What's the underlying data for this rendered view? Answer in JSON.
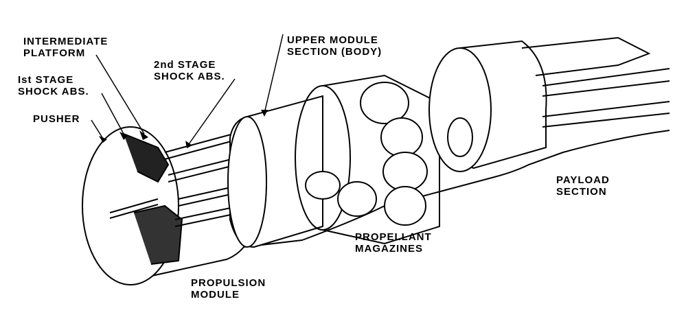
{
  "diagram": {
    "subject": "Spacecraft cutaway",
    "labels": {
      "intermediate_platform": [
        "INTERMEDIATE",
        "PLATFORM"
      ],
      "first_stage": [
        "Ist STAGE",
        "SHOCK ABS."
      ],
      "pusher": "PUSHER",
      "second_stage": [
        "2nd STAGE",
        "SHOCK ABS."
      ],
      "upper_module": [
        "UPPER MODULE",
        "SECTION (BODY)"
      ],
      "payload": [
        "PAYLOAD",
        "SECTION"
      ],
      "propellant": [
        "PROPELLANT",
        "MAGAZINES"
      ],
      "propulsion": [
        "PROPULSION",
        "MODULE"
      ]
    }
  }
}
